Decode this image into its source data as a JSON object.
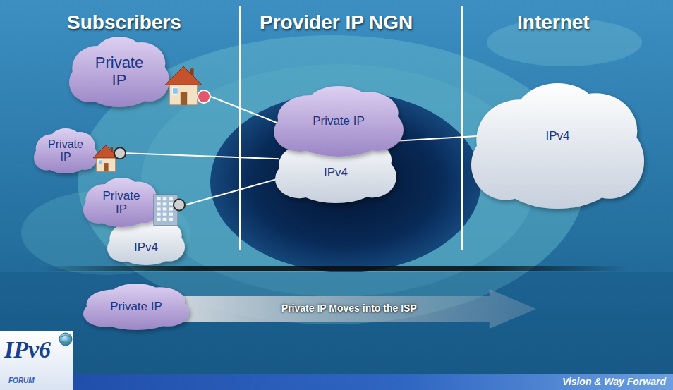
{
  "diagram": {
    "nodes": [
      {
        "text": [
          "Private IP"
        ]
      },
      {
        "text": [
          "Private IP"
        ]
      },
      {
        "text": [
          "Private IP"
        ]
      },
      {
        "text": [
          "IPv4"
        ]
      },
      {
        "text": [
          "Private IP"
        ]
      },
      {
        "text": [
          "IPv4"
        ]
      },
      {
        "text": [
          "IPv4"
        ]
      },
      {
        "text": [
          "Private IP"
        ]
      },
      {
        "text": [
          "Private IP Moves into the ISP"
        ]
      }
    ],
    "edges": [
      {
        "from": 0,
        "to": 4,
        "arrow": "none"
      },
      {
        "from": 1,
        "to": 5,
        "arrow": "none"
      },
      {
        "from": 2,
        "to": 5,
        "arrow": "none"
      },
      {
        "from": 4,
        "to": 6,
        "arrow": "none"
      }
    ],
    "labels": [
      "Subscribers",
      "Provider IP NGN",
      "Internet",
      "IPv6",
      "FORUM",
      "Vision & Way Forward"
    ]
  }
}
